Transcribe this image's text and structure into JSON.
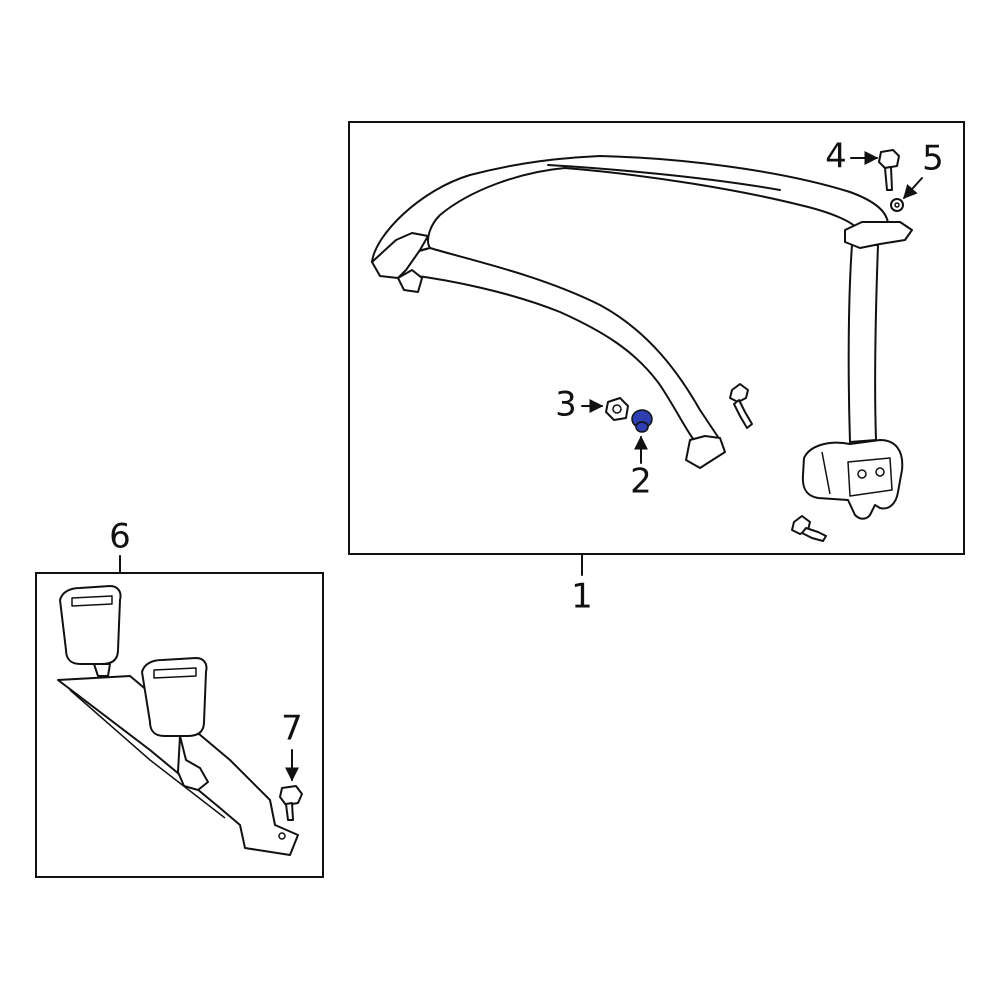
{
  "diagram": {
    "colors": {
      "line": "#111111",
      "background": "#ffffff",
      "highlight": "#2d3fb0"
    },
    "callouts": {
      "c1": "1",
      "c2": "2",
      "c3": "3",
      "c4": "4",
      "c5": "5",
      "c6": "6",
      "c7": "7"
    },
    "highlighted_part": "2"
  }
}
